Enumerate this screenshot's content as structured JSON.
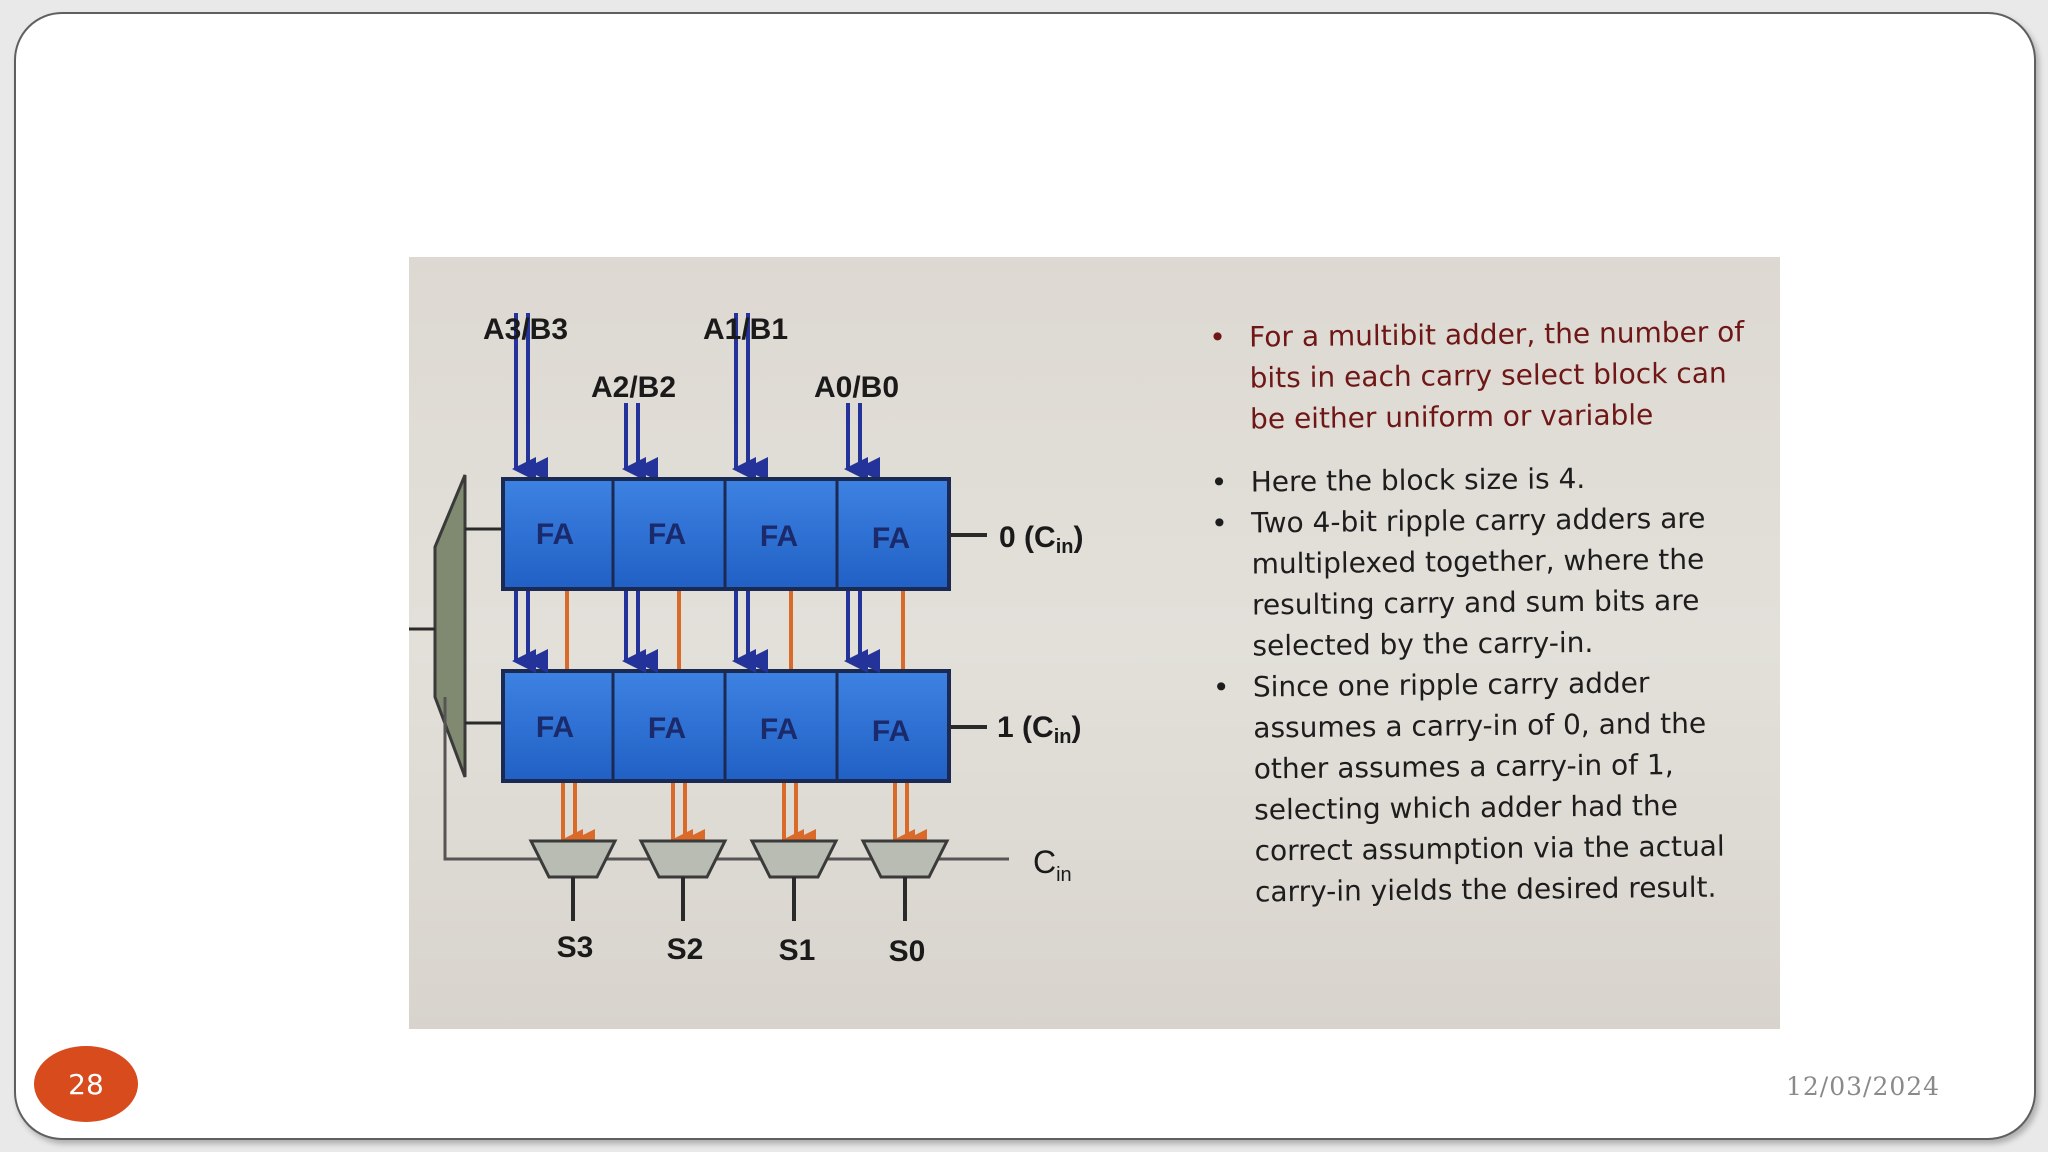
{
  "slide": {
    "page_number": "28",
    "date": "12/03/2024"
  },
  "diagram": {
    "inputs": {
      "a3b3": "A3/B3",
      "a2b2": "A2/B2",
      "a1b1": "A1/B1",
      "a0b0": "A0/B0"
    },
    "fa_label": "FA",
    "row0_cin": {
      "prefix": "0 (C",
      "sub": "in",
      "suffix": ")"
    },
    "row1_cin": {
      "prefix": "1 (C",
      "sub": "in",
      "suffix": ")"
    },
    "cin": {
      "main": "C",
      "sub": "in"
    },
    "outputs": {
      "s3": "S3",
      "s2": "S2",
      "s1": "S1",
      "s0": "S0"
    },
    "colors": {
      "fa_fill": "#2a6fd6",
      "blue_wire": "#23339a",
      "orange_wire": "#d96a2a",
      "mux_fill": "#b8bcb2",
      "big_mux_fill": "#7f8a70"
    }
  },
  "bullets": [
    "For a multibit adder, the number of bits in each carry select block can be either uniform or variable",
    "Here the block size is 4.",
    "Two 4-bit ripple carry adders are multiplexed together, where the resulting carry and sum bits are selected by the carry-in.",
    "Since one ripple carry adder assumes a carry-in of 0, and the other assumes a carry-in of 1, selecting which adder had the correct assumption via the actual carry-in yields the desired result."
  ]
}
